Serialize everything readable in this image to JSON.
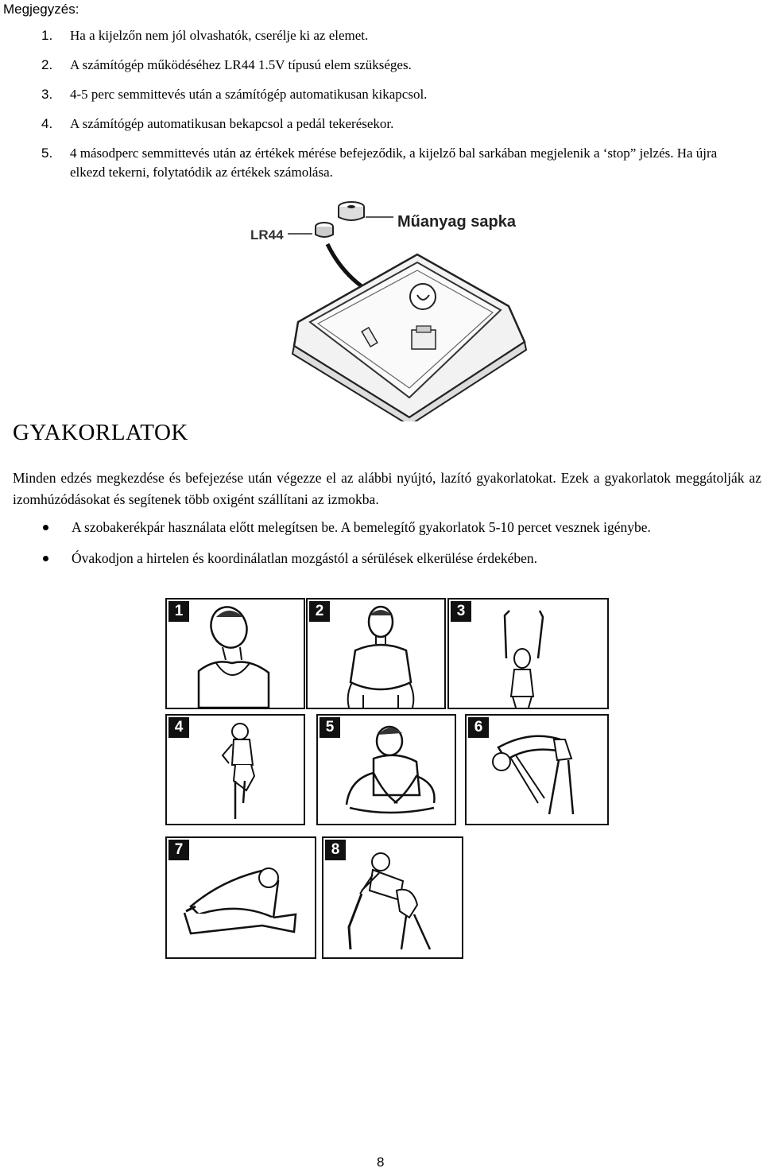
{
  "notes": {
    "heading": "Megjegyzés:",
    "items": [
      {
        "num": "1.",
        "text": "Ha a kijelzőn nem jól olvashatók, cserélje ki az elemet."
      },
      {
        "num": "2.",
        "text": "A számítógép működéséhez LR44 1.5V típusú elem szükséges."
      },
      {
        "num": "3.",
        "text": "4-5 perc semmittevés után a számítógép automatikusan kikapcsol."
      },
      {
        "num": "4.",
        "text": "A számítógép automatikusan bekapcsol a pedál tekerésekor."
      },
      {
        "num": "5.",
        "text": "4 másodperc semmittevés után az értékek mérése befejeződik, a kijelző bal sarkában megjelenik a ‘stop” jelzés. Ha újra elkezd tekerni, folytatódik az értékek számolása."
      }
    ]
  },
  "illustration": {
    "battery_label": "LR44",
    "cap_label": "Műanyag sapka"
  },
  "exercises": {
    "title": "GYAKORLATOK",
    "intro": "Minden edzés megkezdése és befejezése után végezze el az alábbi nyújtó, lazító gyakorlatokat. Ezek a gyakorlatok meggátolják az izomhúzódásokat és segítenek több oxigént szállítani az izmokba.",
    "bullets": [
      "A szobakerékpár használata előtt melegítsen be. A bemelegítő gyakorlatok 5-10 percet vesznek igénybe.",
      "Óvakodjon a hirtelen és koordinálatlan mozgástól a sérülések elkerülése érdekében."
    ],
    "panels": [
      "1",
      "2",
      "3",
      "4",
      "5",
      "6",
      "7",
      "8"
    ]
  },
  "page_number": "8"
}
